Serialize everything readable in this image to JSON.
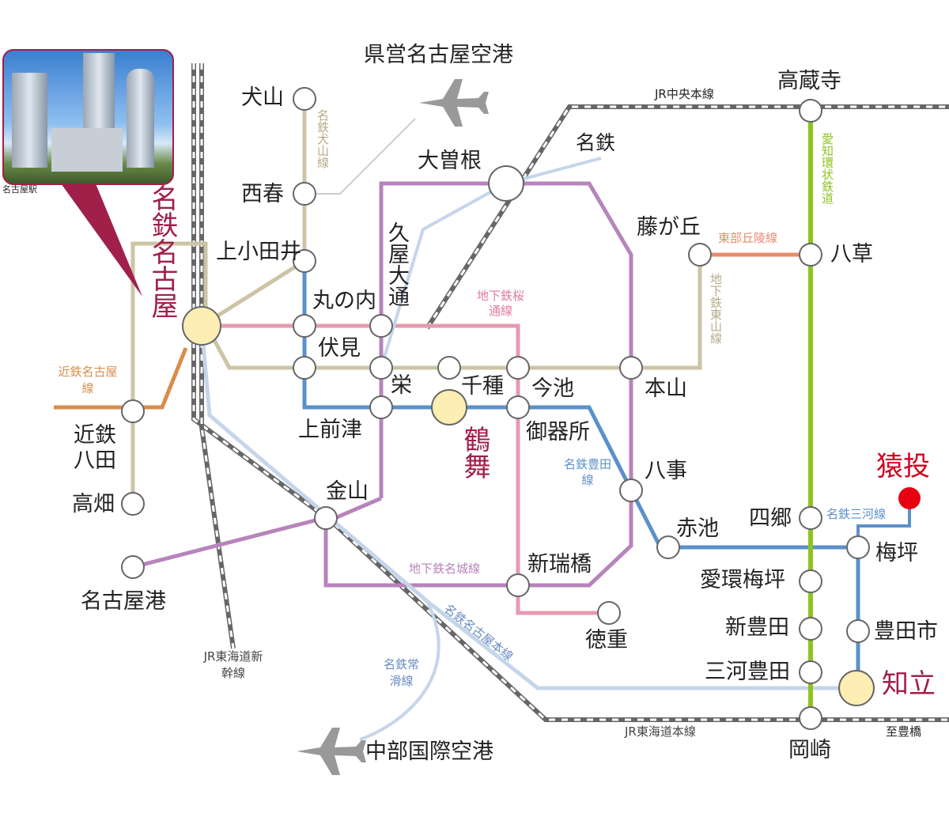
{
  "photo_caption": "名古屋駅",
  "colors": {
    "meitetsu_nagoya_line": "#c5d5ea",
    "jr": "#666666",
    "higashiyama": "#cdc4a6",
    "meijo": "#b784bb",
    "sakuradori": "#e79ab0",
    "tsurumai": "#5b91c9",
    "tobu_kyuryo": "#e88b6c",
    "aichi_kanjo": "#8fc31f",
    "kintetsu": "#d98d4b",
    "major_station": "#a0204a",
    "destination": "#e60012"
  },
  "airports": {
    "prefectural": "県営名古屋空港",
    "centrair": "中部国際空港"
  },
  "lines": {
    "jr_chuo": "JR中央本線",
    "meitetsu": "名鉄",
    "meitetsu_inuyama": "名鉄犬山線",
    "aichi_kanjo": "愛知環状鉄道",
    "tobu_kyuryo": "東部丘陵線",
    "higashiyama": "地下鉄東山線",
    "sakuradori": "地下鉄桜通線",
    "kintetsu": "近鉄名古屋線",
    "toyota": "名鉄豊田線",
    "mikawa": "名鉄三河線",
    "meijo": "地下鉄名城線",
    "meitetsu_nagoya": "名鉄名古屋本線",
    "tokoname": "名鉄常滑線",
    "shinkansen": "JR東海道新幹線",
    "jr_tokaido": "JR東海道本線",
    "to_toyohashi": "至豊橋"
  },
  "stations": {
    "inuyama": "犬山",
    "nishiharu": "西春",
    "kamiotai": "上小田井",
    "meitetsu_nagoya": "名鉄名古屋",
    "kintetsu_hatta": "近鉄八田",
    "takabata": "高畑",
    "marunouchi": "丸の内",
    "fushimi": "伏見",
    "kamimaezu": "上前津",
    "kanayama": "金山",
    "nagoyako": "名古屋港",
    "hisaya_odori": "久屋大通",
    "sakae": "栄",
    "ozone": "大曽根",
    "chikusa": "千種",
    "tsurumai": "鶴舞",
    "imaike": "今池",
    "gokiso": "御器所",
    "motoyama": "本山",
    "yagoto": "八事",
    "akaike": "赤池",
    "arahata": "新瑞橋",
    "tokushige": "徳重",
    "fujigaoka": "藤が丘",
    "kozoji": "高蔵寺",
    "yakusa": "八草",
    "shigo": "四郷",
    "sanage": "猿投",
    "umetsubo": "梅坪",
    "aikan_umetsubo": "愛環梅坪",
    "shintoyota": "新豊田",
    "toyotashi": "豊田市",
    "mikawa_toyota": "三河豊田",
    "chiryu": "知立",
    "okazaki": "岡崎"
  }
}
